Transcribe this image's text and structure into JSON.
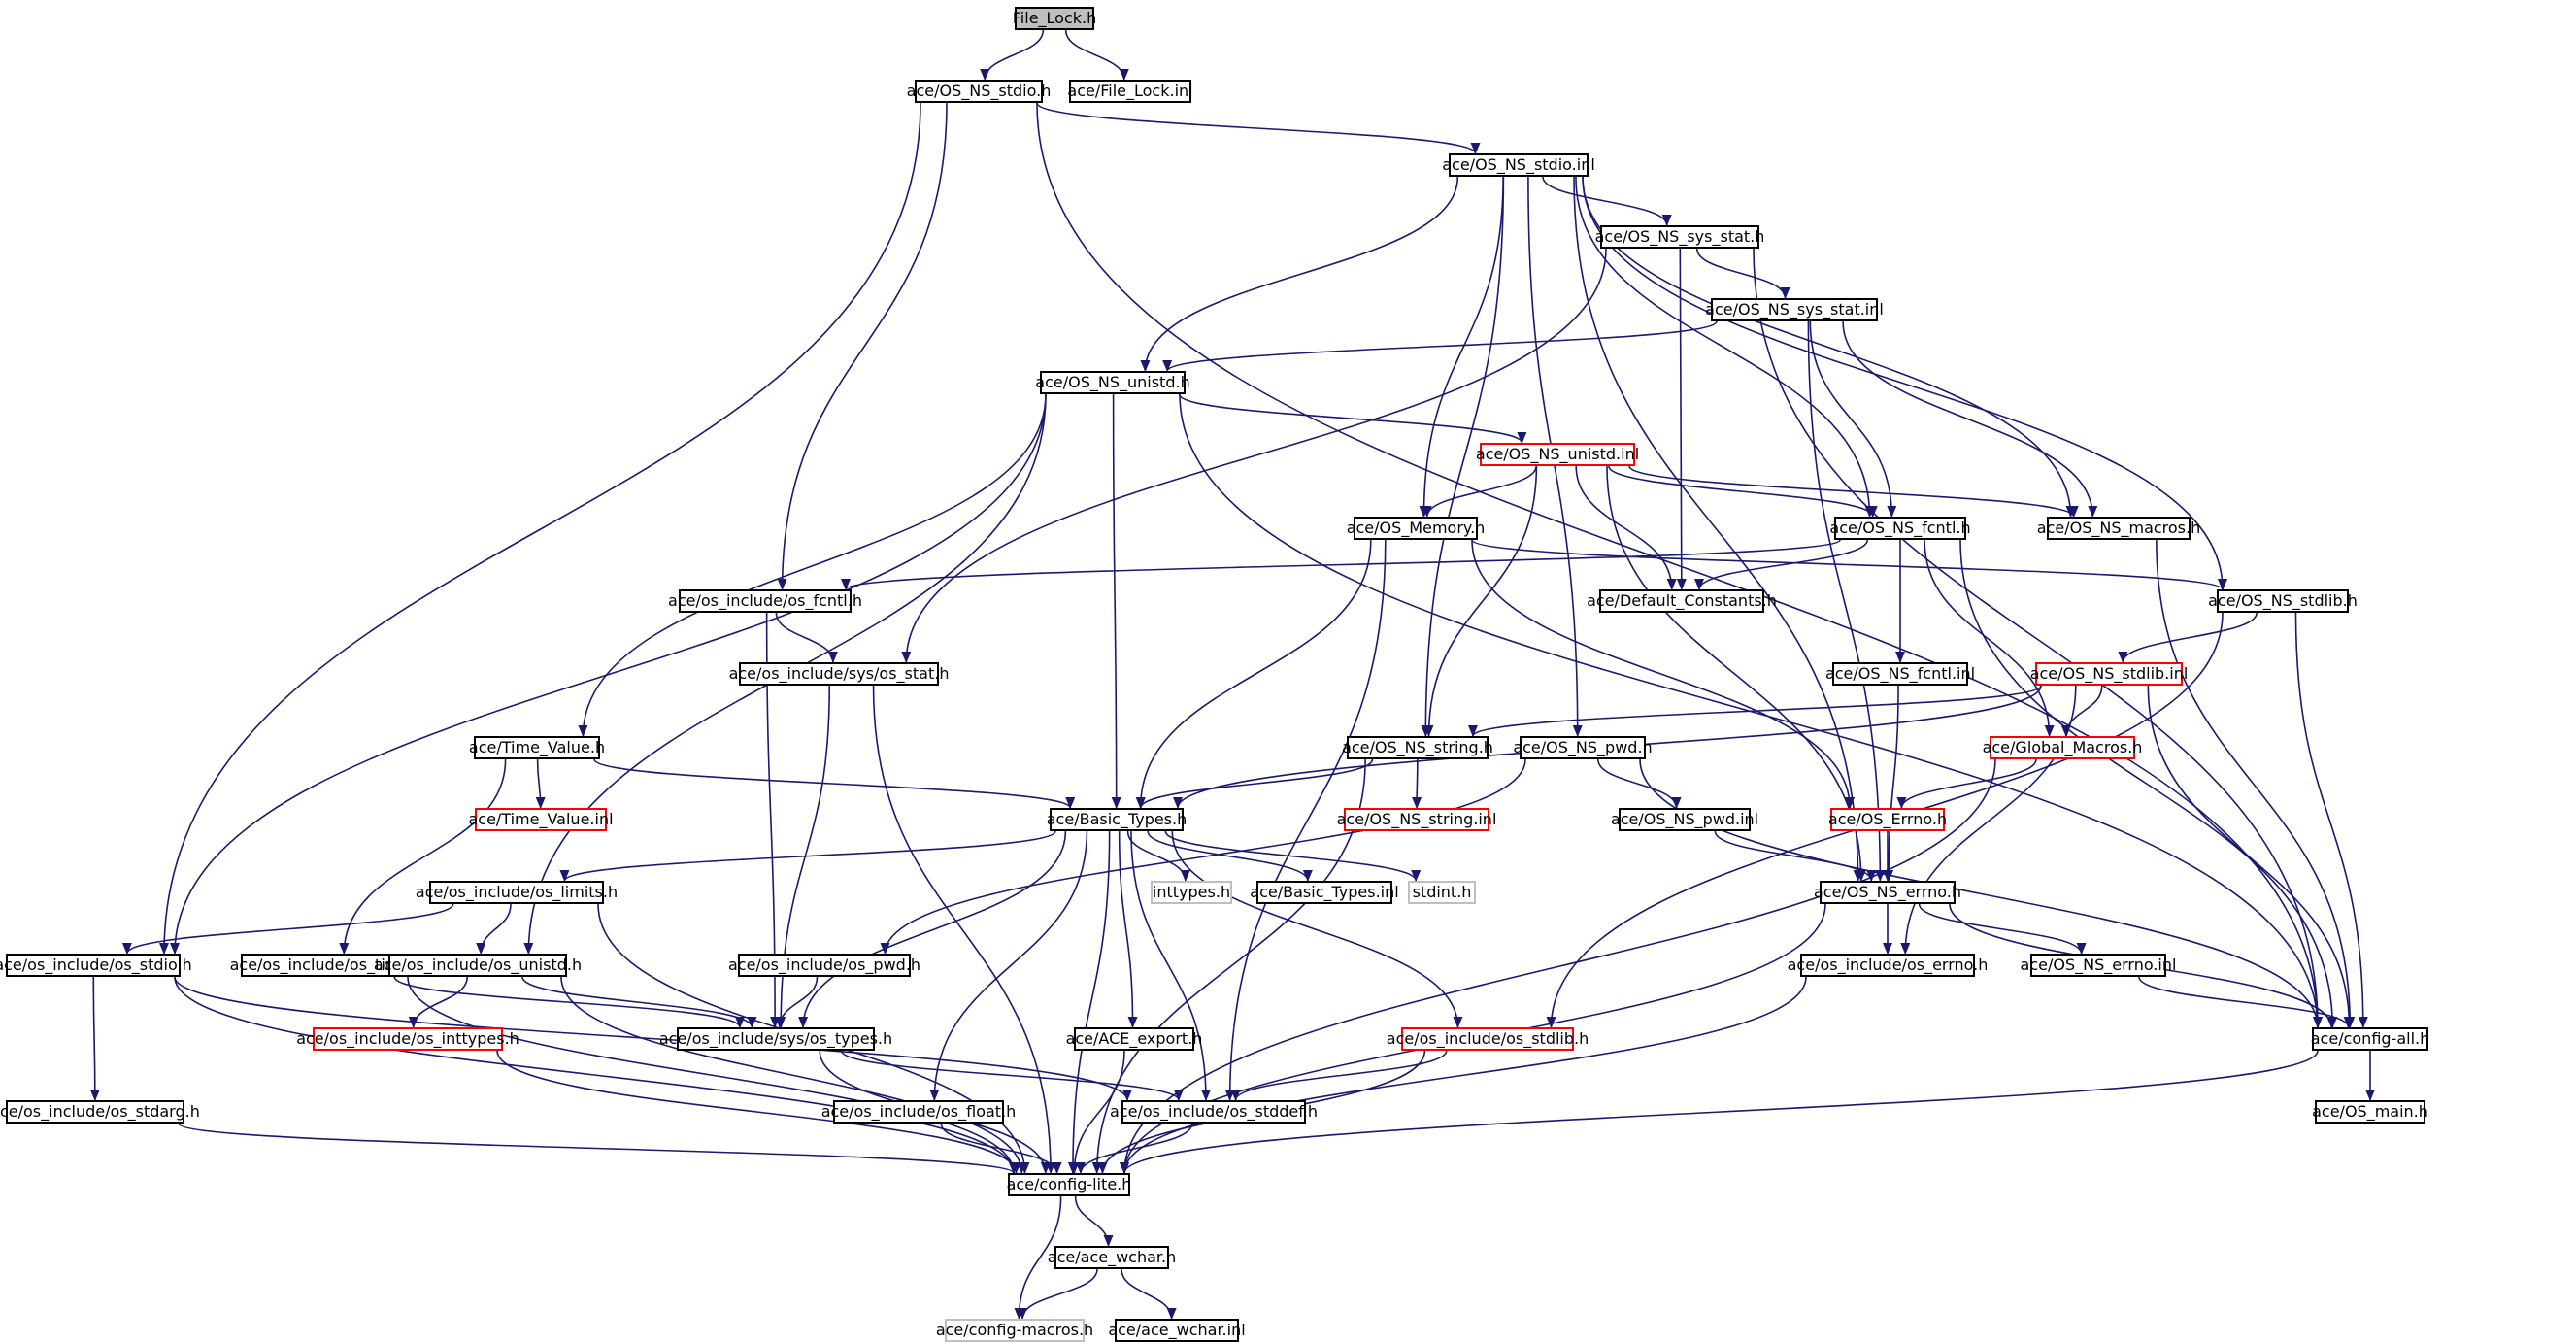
{
  "colors": {
    "edge": "#191970",
    "border_normal": "#000000",
    "border_incomplete": "#ff0000",
    "border_missing": "#bfbfbf",
    "root_fill": "#bfbfbf"
  },
  "nodes": [
    {
      "id": "file_lock_h",
      "label": "File_Lock.h",
      "style": "root"
    },
    {
      "id": "os_ns_stdio_h",
      "label": "ace/OS_NS_stdio.h",
      "style": "normal"
    },
    {
      "id": "file_lock_inl",
      "label": "ace/File_Lock.inl",
      "style": "normal"
    },
    {
      "id": "os_ns_stdio_inl",
      "label": "ace/OS_NS_stdio.inl",
      "style": "normal"
    },
    {
      "id": "os_ns_sys_stat_h",
      "label": "ace/OS_NS_sys_stat.h",
      "style": "normal"
    },
    {
      "id": "os_ns_sys_stat_inl",
      "label": "ace/OS_NS_sys_stat.inl",
      "style": "normal"
    },
    {
      "id": "os_ns_unistd_h",
      "label": "ace/OS_NS_unistd.h",
      "style": "normal"
    },
    {
      "id": "os_ns_unistd_inl",
      "label": "ace/OS_NS_unistd.inl",
      "style": "red"
    },
    {
      "id": "os_memory_h",
      "label": "ace/OS_Memory.h",
      "style": "normal"
    },
    {
      "id": "os_ns_fcntl_h",
      "label": "ace/OS_NS_fcntl.h",
      "style": "normal"
    },
    {
      "id": "os_ns_macros_h",
      "label": "ace/OS_NS_macros.h",
      "style": "normal"
    },
    {
      "id": "os_include_os_fcntl_h",
      "label": "ace/os_include/os_fcntl.h",
      "style": "normal"
    },
    {
      "id": "default_constants_h",
      "label": "ace/Default_Constants.h",
      "style": "normal"
    },
    {
      "id": "os_ns_stdlib_h",
      "label": "ace/OS_NS_stdlib.h",
      "style": "normal"
    },
    {
      "id": "os_include_sys_os_stat_h",
      "label": "ace/os_include/sys/os_stat.h",
      "style": "normal"
    },
    {
      "id": "os_ns_fcntl_inl",
      "label": "ace/OS_NS_fcntl.inl",
      "style": "normal"
    },
    {
      "id": "os_ns_stdlib_inl",
      "label": "ace/OS_NS_stdlib.inl",
      "style": "red"
    },
    {
      "id": "time_value_h",
      "label": "ace/Time_Value.h",
      "style": "normal"
    },
    {
      "id": "os_ns_string_h",
      "label": "ace/OS_NS_string.h",
      "style": "normal"
    },
    {
      "id": "os_ns_pwd_h",
      "label": "ace/OS_NS_pwd.h",
      "style": "normal"
    },
    {
      "id": "global_macros_h",
      "label": "ace/Global_Macros.h",
      "style": "red"
    },
    {
      "id": "time_value_inl",
      "label": "ace/Time_Value.inl",
      "style": "red"
    },
    {
      "id": "os_ns_string_inl",
      "label": "ace/OS_NS_string.inl",
      "style": "red"
    },
    {
      "id": "basic_types_h",
      "label": "ace/Basic_Types.h",
      "style": "normal"
    },
    {
      "id": "os_ns_pwd_inl",
      "label": "ace/OS_NS_pwd.inl",
      "style": "normal"
    },
    {
      "id": "os_errno_h",
      "label": "ace/OS_Errno.h",
      "style": "red"
    },
    {
      "id": "os_include_os_limits_h",
      "label": "ace/os_include/os_limits.h",
      "style": "normal"
    },
    {
      "id": "inttypes_h",
      "label": "inttypes.h",
      "style": "gray"
    },
    {
      "id": "basic_types_inl",
      "label": "ace/Basic_Types.inl",
      "style": "normal"
    },
    {
      "id": "stdint_h",
      "label": "stdint.h",
      "style": "gray"
    },
    {
      "id": "os_ns_errno_h",
      "label": "ace/OS_NS_errno.h",
      "style": "normal"
    },
    {
      "id": "os_include_os_stdio_h",
      "label": "ace/os_include/os_stdio.h",
      "style": "normal"
    },
    {
      "id": "os_include_os_time_h",
      "label": "ace/os_include/os_time.h",
      "style": "normal"
    },
    {
      "id": "os_include_os_unistd_h",
      "label": "ace/os_include/os_unistd.h",
      "style": "normal"
    },
    {
      "id": "os_include_os_pwd_h",
      "label": "ace/os_include/os_pwd.h",
      "style": "normal"
    },
    {
      "id": "os_include_os_errno_h",
      "label": "ace/os_include/os_errno.h",
      "style": "normal"
    },
    {
      "id": "os_ns_errno_inl",
      "label": "ace/OS_NS_errno.inl",
      "style": "normal"
    },
    {
      "id": "os_include_os_inttypes_h",
      "label": "ace/os_include/os_inttypes.h",
      "style": "red"
    },
    {
      "id": "os_include_sys_os_types_h",
      "label": "ace/os_include/sys/os_types.h",
      "style": "normal"
    },
    {
      "id": "ace_export_h",
      "label": "ace/ACE_export.h",
      "style": "normal"
    },
    {
      "id": "os_include_os_stdlib_h",
      "label": "ace/os_include/os_stdlib.h",
      "style": "red"
    },
    {
      "id": "config_all_h",
      "label": "ace/config-all.h",
      "style": "normal"
    },
    {
      "id": "os_include_os_stdarg_h",
      "label": "ace/os_include/os_stdarg.h",
      "style": "normal"
    },
    {
      "id": "os_include_os_float_h",
      "label": "ace/os_include/os_float.h",
      "style": "normal"
    },
    {
      "id": "os_include_os_stddef_h",
      "label": "ace/os_include/os_stddef.h",
      "style": "normal"
    },
    {
      "id": "os_main_h",
      "label": "ace/OS_main.h",
      "style": "normal"
    },
    {
      "id": "config_lite_h",
      "label": "ace/config-lite.h",
      "style": "normal"
    },
    {
      "id": "ace_wchar_h",
      "label": "ace/ace_wchar.h",
      "style": "normal"
    },
    {
      "id": "config_macros_h",
      "label": "ace/config-macros.h",
      "style": "gray"
    },
    {
      "id": "ace_wchar_inl",
      "label": "ace/ace_wchar.inl",
      "style": "normal"
    }
  ],
  "edges": [
    [
      "file_lock_h",
      "os_ns_stdio_h"
    ],
    [
      "file_lock_h",
      "file_lock_inl"
    ],
    [
      "os_ns_stdio_h",
      "os_ns_stdio_inl"
    ],
    [
      "os_ns_stdio_h",
      "os_include_os_stdio_h"
    ],
    [
      "os_ns_stdio_h",
      "os_include_os_fcntl_h"
    ],
    [
      "os_ns_stdio_h",
      "config_all_h"
    ],
    [
      "os_ns_stdio_inl",
      "os_ns_sys_stat_h"
    ],
    [
      "os_ns_stdio_inl",
      "os_ns_unistd_h"
    ],
    [
      "os_ns_stdio_inl",
      "os_memory_h"
    ],
    [
      "os_ns_stdio_inl",
      "os_ns_fcntl_h"
    ],
    [
      "os_ns_stdio_inl",
      "os_ns_macros_h"
    ],
    [
      "os_ns_stdio_inl",
      "os_ns_stdlib_h"
    ],
    [
      "os_ns_stdio_inl",
      "os_ns_string_h"
    ],
    [
      "os_ns_stdio_inl",
      "os_ns_pwd_h"
    ],
    [
      "os_ns_stdio_inl",
      "os_ns_errno_h"
    ],
    [
      "os_ns_sys_stat_h",
      "os_ns_sys_stat_inl"
    ],
    [
      "os_ns_sys_stat_h",
      "os_include_sys_os_stat_h"
    ],
    [
      "os_ns_sys_stat_h",
      "default_constants_h"
    ],
    [
      "os_ns_sys_stat_h",
      "config_all_h"
    ],
    [
      "os_ns_sys_stat_inl",
      "os_ns_unistd_h"
    ],
    [
      "os_ns_sys_stat_inl",
      "os_ns_fcntl_h"
    ],
    [
      "os_ns_sys_stat_inl",
      "os_ns_macros_h"
    ],
    [
      "os_ns_sys_stat_inl",
      "os_ns_errno_h"
    ],
    [
      "os_ns_unistd_h",
      "os_ns_unistd_inl"
    ],
    [
      "os_ns_unistd_h",
      "time_value_h"
    ],
    [
      "os_ns_unistd_h",
      "basic_types_h"
    ],
    [
      "os_ns_unistd_h",
      "os_include_os_unistd_h"
    ],
    [
      "os_ns_unistd_h",
      "os_include_os_stdio_h"
    ],
    [
      "os_ns_unistd_h",
      "config_all_h"
    ],
    [
      "os_ns_unistd_inl",
      "os_memory_h"
    ],
    [
      "os_ns_unistd_inl",
      "os_ns_fcntl_h"
    ],
    [
      "os_ns_unistd_inl",
      "os_ns_macros_h"
    ],
    [
      "os_ns_unistd_inl",
      "default_constants_h"
    ],
    [
      "os_ns_unistd_inl",
      "os_ns_string_h"
    ],
    [
      "os_ns_unistd_inl",
      "os_ns_errno_h"
    ],
    [
      "os_memory_h",
      "basic_types_h"
    ],
    [
      "os_memory_h",
      "os_errno_h"
    ],
    [
      "os_memory_h",
      "os_include_os_stddef_h"
    ],
    [
      "os_memory_h",
      "os_ns_stdlib_h"
    ],
    [
      "os_ns_fcntl_h",
      "os_include_os_fcntl_h"
    ],
    [
      "os_ns_fcntl_h",
      "default_constants_h"
    ],
    [
      "os_ns_fcntl_h",
      "os_ns_fcntl_inl"
    ],
    [
      "os_ns_fcntl_h",
      "global_macros_h"
    ],
    [
      "os_ns_fcntl_h",
      "config_all_h"
    ],
    [
      "os_ns_macros_h",
      "config_all_h"
    ],
    [
      "os_include_os_fcntl_h",
      "os_include_sys_os_stat_h"
    ],
    [
      "os_include_os_fcntl_h",
      "os_include_sys_os_types_h"
    ],
    [
      "os_include_sys_os_stat_h",
      "os_include_sys_os_types_h"
    ],
    [
      "os_include_sys_os_stat_h",
      "config_lite_h"
    ],
    [
      "os_ns_stdlib_h",
      "os_ns_stdlib_inl"
    ],
    [
      "os_ns_stdlib_h",
      "os_include_os_stdlib_h"
    ],
    [
      "os_ns_stdlib_h",
      "config_all_h"
    ],
    [
      "os_ns_fcntl_inl",
      "os_ns_errno_h"
    ],
    [
      "os_ns_stdlib_inl",
      "os_ns_string_h"
    ],
    [
      "os_ns_stdlib_inl",
      "global_macros_h"
    ],
    [
      "os_ns_stdlib_inl",
      "basic_types_h"
    ],
    [
      "os_ns_stdlib_inl",
      "os_include_os_errno_h"
    ],
    [
      "os_ns_stdlib_inl",
      "config_all_h"
    ],
    [
      "time_value_h",
      "time_value_inl"
    ],
    [
      "time_value_h",
      "basic_types_h"
    ],
    [
      "time_value_h",
      "os_include_os_time_h"
    ],
    [
      "os_ns_string_h",
      "os_ns_string_inl"
    ],
    [
      "os_ns_string_h",
      "basic_types_h"
    ],
    [
      "os_ns_string_h",
      "config_lite_h"
    ],
    [
      "os_ns_pwd_h",
      "os_ns_pwd_inl"
    ],
    [
      "os_ns_pwd_h",
      "os_include_os_pwd_h"
    ],
    [
      "os_ns_pwd_h",
      "config_all_h"
    ],
    [
      "global_macros_h",
      "os_errno_h"
    ],
    [
      "global_macros_h",
      "config_lite_h"
    ],
    [
      "os_ns_pwd_inl",
      "os_ns_errno_h"
    ],
    [
      "os_errno_h",
      "os_ns_errno_h"
    ],
    [
      "basic_types_h",
      "os_include_os_limits_h"
    ],
    [
      "basic_types_h",
      "inttypes_h"
    ],
    [
      "basic_types_h",
      "basic_types_inl"
    ],
    [
      "basic_types_h",
      "stdint_h"
    ],
    [
      "basic_types_h",
      "os_include_sys_os_types_h"
    ],
    [
      "basic_types_h",
      "ace_export_h"
    ],
    [
      "basic_types_h",
      "os_include_os_float_h"
    ],
    [
      "basic_types_h",
      "os_include_os_stddef_h"
    ],
    [
      "basic_types_h",
      "os_include_os_stdlib_h"
    ],
    [
      "basic_types_h",
      "config_lite_h"
    ],
    [
      "os_include_os_limits_h",
      "os_include_os_stdio_h"
    ],
    [
      "os_include_os_limits_h",
      "os_include_os_unistd_h"
    ],
    [
      "os_include_os_limits_h",
      "config_lite_h"
    ],
    [
      "os_ns_errno_h",
      "os_include_os_errno_h"
    ],
    [
      "os_ns_errno_h",
      "os_ns_errno_inl"
    ],
    [
      "os_ns_errno_h",
      "config_all_h"
    ],
    [
      "os_ns_errno_h",
      "config_lite_h"
    ],
    [
      "os_include_os_stdio_h",
      "os_include_os_stdarg_h"
    ],
    [
      "os_include_os_stdio_h",
      "os_include_os_stddef_h"
    ],
    [
      "os_include_os_stdio_h",
      "config_lite_h"
    ],
    [
      "os_include_os_time_h",
      "os_include_sys_os_types_h"
    ],
    [
      "os_include_os_time_h",
      "config_lite_h"
    ],
    [
      "os_include_os_unistd_h",
      "os_include_os_inttypes_h"
    ],
    [
      "os_include_os_unistd_h",
      "os_include_sys_os_types_h"
    ],
    [
      "os_include_os_unistd_h",
      "config_lite_h"
    ],
    [
      "os_include_os_pwd_h",
      "os_include_sys_os_types_h"
    ],
    [
      "os_include_os_errno_h",
      "config_lite_h"
    ],
    [
      "os_ns_errno_inl",
      "config_all_h"
    ],
    [
      "os_include_os_inttypes_h",
      "config_lite_h"
    ],
    [
      "os_include_sys_os_types_h",
      "os_include_os_stddef_h"
    ],
    [
      "os_include_sys_os_types_h",
      "config_lite_h"
    ],
    [
      "ace_export_h",
      "config_lite_h"
    ],
    [
      "os_include_os_stdlib_h",
      "os_include_os_stddef_h"
    ],
    [
      "os_include_os_stdlib_h",
      "config_lite_h"
    ],
    [
      "config_all_h",
      "os_main_h"
    ],
    [
      "config_all_h",
      "config_lite_h"
    ],
    [
      "os_include_os_stdarg_h",
      "config_lite_h"
    ],
    [
      "os_include_os_float_h",
      "config_lite_h"
    ],
    [
      "os_include_os_stddef_h",
      "config_lite_h"
    ],
    [
      "config_lite_h",
      "ace_wchar_h"
    ],
    [
      "config_lite_h",
      "config_macros_h"
    ],
    [
      "ace_wchar_h",
      "config_macros_h"
    ],
    [
      "ace_wchar_h",
      "ace_wchar_inl"
    ]
  ]
}
